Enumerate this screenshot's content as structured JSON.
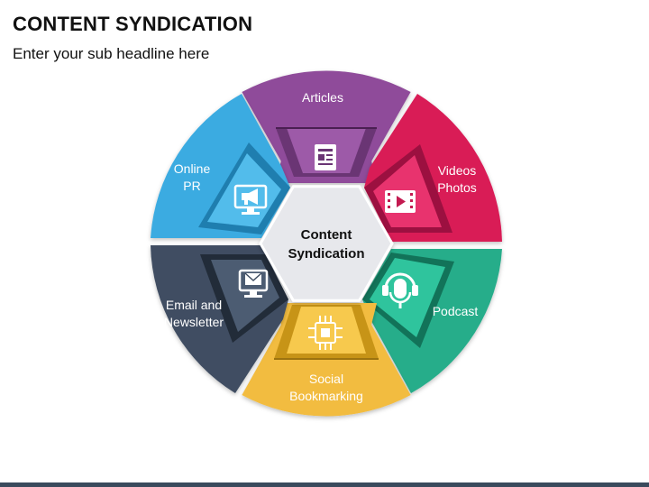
{
  "header": {
    "title": "CONTENT SYNDICATION",
    "subtitle": "Enter your sub headline here"
  },
  "center": {
    "line1": "Content",
    "line2": "Syndication"
  },
  "segments": [
    {
      "id": "articles",
      "lines": [
        "Articles"
      ],
      "color": "#8f4c9a",
      "dark": "#5e2d67",
      "icon": "document-icon"
    },
    {
      "id": "videos",
      "lines": [
        "Videos",
        "Photos"
      ],
      "color": "#d91b57",
      "dark": "#8e0f37",
      "icon": "video-film-icon"
    },
    {
      "id": "podcast",
      "lines": [
        "Podcast"
      ],
      "color": "#25ad8a",
      "dark": "#11705a",
      "icon": "microphone-icon"
    },
    {
      "id": "social",
      "lines": [
        "Social",
        "Bookmarking"
      ],
      "color": "#f2bc3f",
      "dark": "#b88716",
      "icon": "circuit-chip-icon"
    },
    {
      "id": "email",
      "lines": [
        "Email and",
        "Newsletter"
      ],
      "color": "#3f4e62",
      "dark": "#263241",
      "icon": "email-monitor-icon"
    },
    {
      "id": "online-pr",
      "lines": [
        "Online",
        "PR"
      ],
      "color": "#3aabe1",
      "dark": "#1d77a3",
      "icon": "megaphone-monitor-icon"
    }
  ]
}
